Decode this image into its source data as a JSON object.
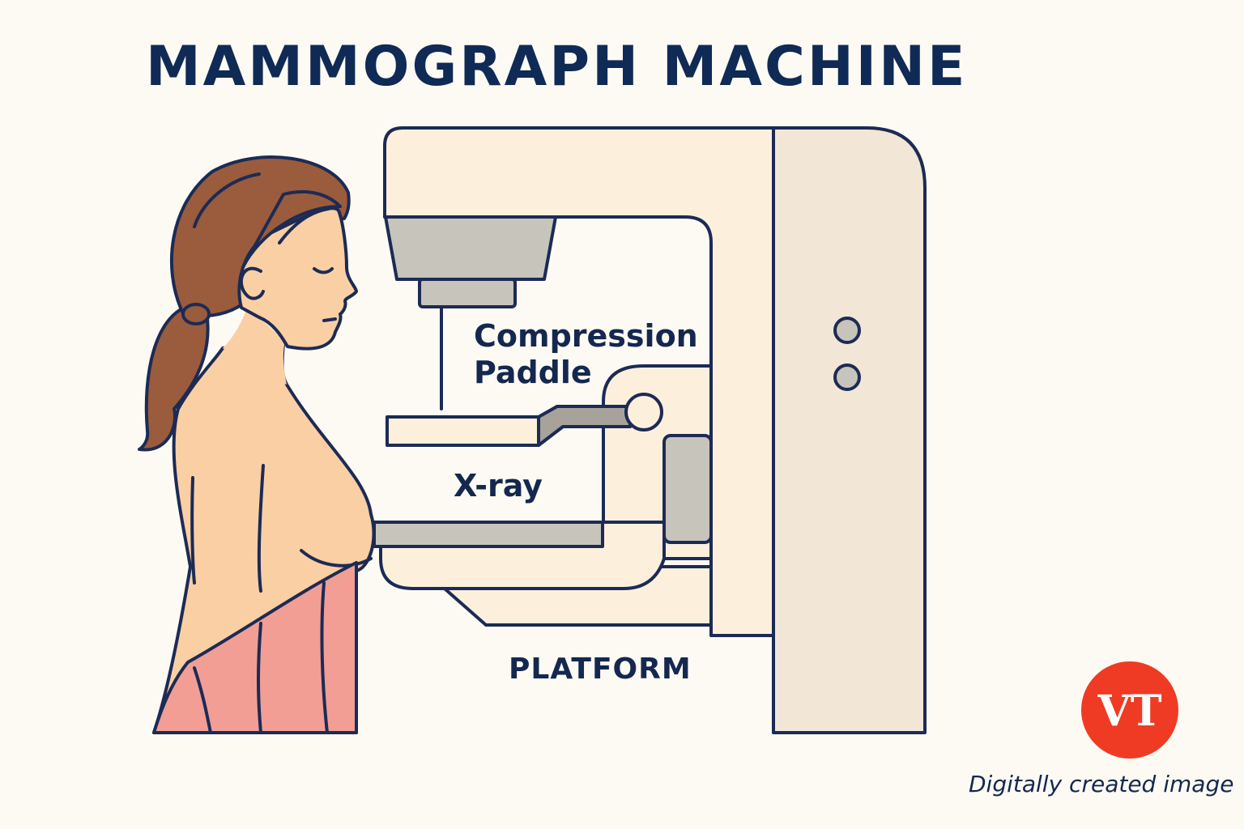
{
  "title": "MAMMOGRAPH MACHINE",
  "labels": {
    "paddle_line1": "Compression",
    "paddle_line2": "Paddle",
    "xray": "X-ray",
    "platform": "PLATFORM"
  },
  "logo": {
    "text": "VT",
    "color": "#ef3b24"
  },
  "caption": "Digitally created image",
  "colors": {
    "background": "#fdfaf4",
    "outline": "#1c2b55",
    "machine_body": "#fcf0dc",
    "machine_column": "#f2e6d6",
    "metal_gray": "#c7c4bb",
    "skin": "#fbcfa4",
    "hair": "#9a5c3c",
    "towel": "#f29e95"
  },
  "icons": [
    "control-button-icon",
    "vt-logo-icon"
  ]
}
